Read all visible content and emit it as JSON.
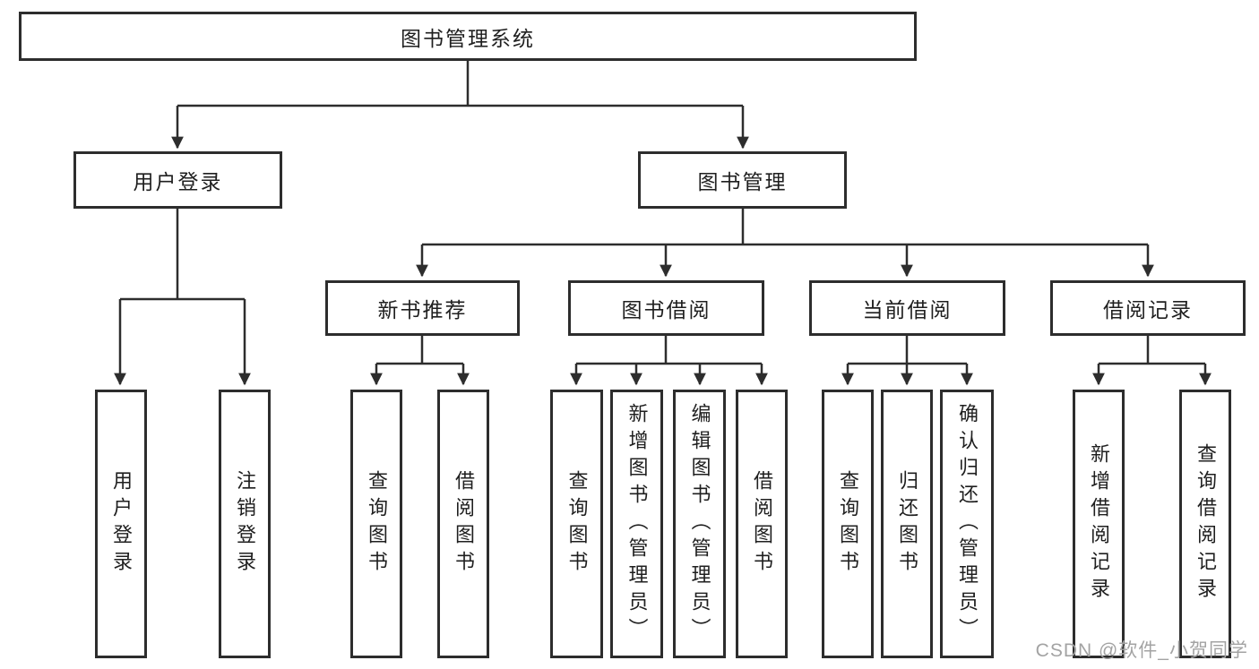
{
  "palette": {
    "line_color": "#2d2d2d",
    "text_color": "#1f1f1f",
    "background": "#ffffff",
    "watermark_color": "#a3a3a3"
  },
  "tree": {
    "root": {
      "label": "图书管理系统"
    },
    "branches": [
      {
        "label": "用户登录",
        "children": [
          {
            "label": "用户登录"
          },
          {
            "label": "注销登录"
          }
        ]
      },
      {
        "label": "图书管理",
        "groups": [
          {
            "label": "新书推荐",
            "children": [
              {
                "label": "查询图书"
              },
              {
                "label": "借阅图书"
              }
            ]
          },
          {
            "label": "图书借阅",
            "children": [
              {
                "label": "查询图书"
              },
              {
                "label": "新增图书（管理员）"
              },
              {
                "label": "编辑图书（管理员）"
              },
              {
                "label": "借阅图书"
              }
            ]
          },
          {
            "label": "当前借阅",
            "children": [
              {
                "label": "查询图书"
              },
              {
                "label": "归还图书"
              },
              {
                "label": "确认归还（管理员）"
              }
            ]
          },
          {
            "label": "借阅记录",
            "children": [
              {
                "label": "新增借阅记录"
              },
              {
                "label": "查询借阅记录"
              }
            ]
          }
        ]
      }
    ]
  },
  "watermark": {
    "text": "CSDN @软件_小贺同学"
  }
}
